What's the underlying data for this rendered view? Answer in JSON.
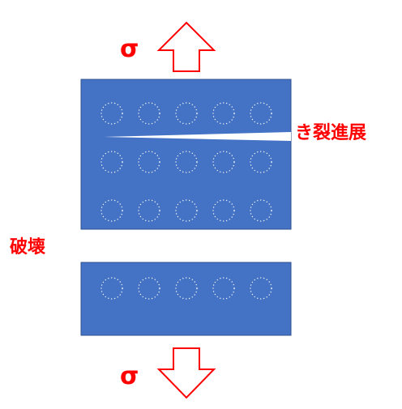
{
  "labels": {
    "stress_top": "σ",
    "stress_bottom": "σ",
    "crack_growth": "き裂進展",
    "fracture": "破壊"
  },
  "colors": {
    "plate_fill": "#4472c4",
    "plate_stroke": "#2f528f",
    "label_red": "#ff0000",
    "arrow_stroke": "#ff0000",
    "arrow_fill": "#ffffff",
    "grain_dots": "#ffffff",
    "crack": "#ffffff"
  },
  "diagram": {
    "upper_plate": {
      "rows": 3,
      "cols": 5
    },
    "lower_plate": {
      "rows": 1,
      "cols": 5
    },
    "arrows": [
      {
        "name": "tension-arrow-up",
        "direction": "up"
      },
      {
        "name": "tension-arrow-down",
        "direction": "down"
      }
    ]
  }
}
